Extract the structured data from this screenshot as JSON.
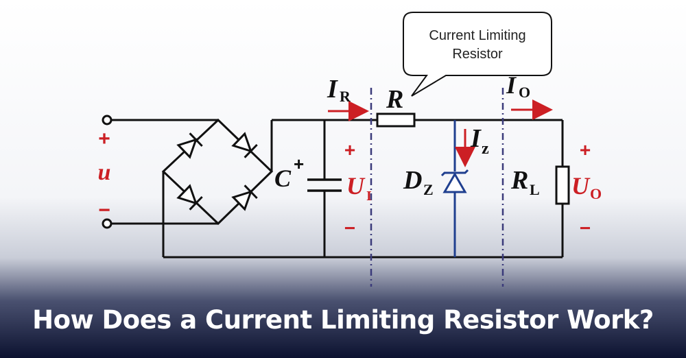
{
  "title": "How Does a Current Limiting Resistor Work?",
  "callout": {
    "line1": "Current Limiting",
    "line2": "Resistor"
  },
  "labels": {
    "input_voltage": "u",
    "plus": "+",
    "minus": "−",
    "capacitor": "C",
    "cap_plus": "+",
    "voltage_in_main": "U",
    "voltage_in_sub": "I",
    "current_r_main": "I",
    "current_r_sub": "R",
    "resistor": "R",
    "current_z_main": "I",
    "current_z_sub": "z",
    "zener_main": "D",
    "zener_sub": "Z",
    "load_main": "R",
    "load_sub": "L",
    "current_o_main": "I",
    "current_o_sub": "O",
    "voltage_out_main": "U",
    "voltage_out_sub": "O"
  },
  "colors": {
    "wire": "#111111",
    "red": "#cc1f24",
    "zener_blue": "#1f3f8f",
    "divider": "#3a3a7a",
    "banner": "#0c1230"
  }
}
